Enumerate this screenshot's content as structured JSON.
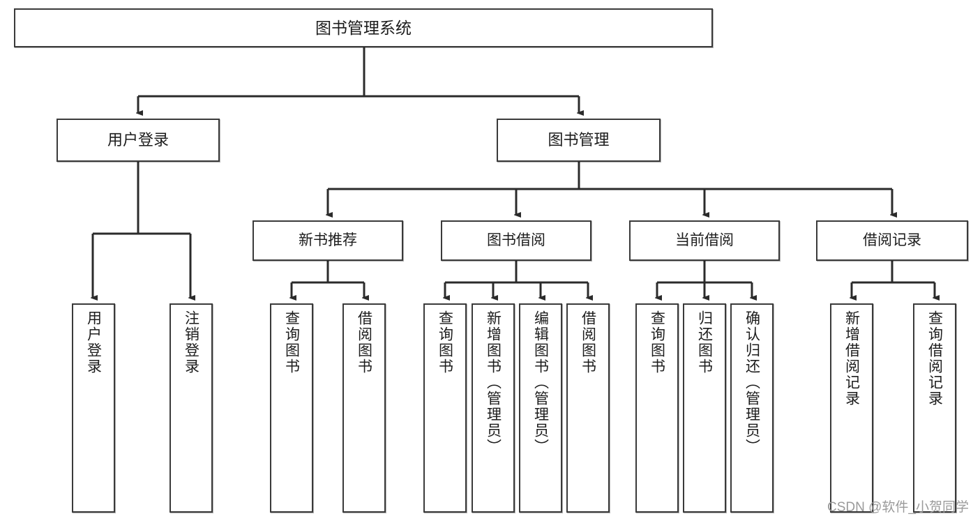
{
  "diagram": {
    "title": "图书管理系统",
    "root": {
      "label": "图书管理系统"
    },
    "level1": [
      {
        "label": "用户登录"
      },
      {
        "label": "图书管理"
      }
    ],
    "level2": [
      {
        "label": "新书推荐"
      },
      {
        "label": "图书借阅"
      },
      {
        "label": "当前借阅"
      },
      {
        "label": "借阅记录"
      }
    ],
    "leaves": {
      "user_login": [
        {
          "label": "用户登录"
        },
        {
          "label": "注销登录"
        }
      ],
      "new_book_recommend": [
        {
          "label": "查询图书"
        },
        {
          "label": "借阅图书"
        }
      ],
      "book_borrow": [
        {
          "label": "查询图书"
        },
        {
          "label": "新增图书（管理员）"
        },
        {
          "label": "编辑图书（管理员）"
        },
        {
          "label": "借阅图书"
        }
      ],
      "current_borrow": [
        {
          "label": "查询图书"
        },
        {
          "label": "归还图书"
        },
        {
          "label": "确认归还（管理员）"
        }
      ],
      "borrow_record": [
        {
          "label": "新增借阅记录"
        },
        {
          "label": "查询借阅记录"
        }
      ]
    }
  },
  "watermark": {
    "text": "CSDN @软件_小贺同学"
  },
  "colors": {
    "background": "#ffffff",
    "box_border": "#3a3a3a",
    "connector": "#2b2b2b",
    "text": "#1c1c1c",
    "watermark": "#9a9a9a"
  }
}
